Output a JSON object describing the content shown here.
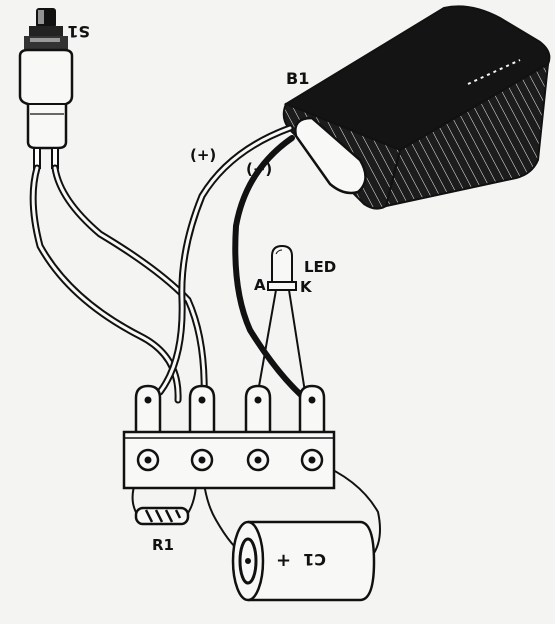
{
  "labels": {
    "switch": "S1",
    "battery": "B1",
    "plus": "(+)",
    "minus": "(−)",
    "led": "LED",
    "anode": "A",
    "cathode": "K",
    "resistor": "R1",
    "capacitor": "C1",
    "capacitor_polarity": "+"
  },
  "colors": {
    "ink": "#111111",
    "paper": "#f4f4f2",
    "battery_body": "#1c1c1c"
  }
}
